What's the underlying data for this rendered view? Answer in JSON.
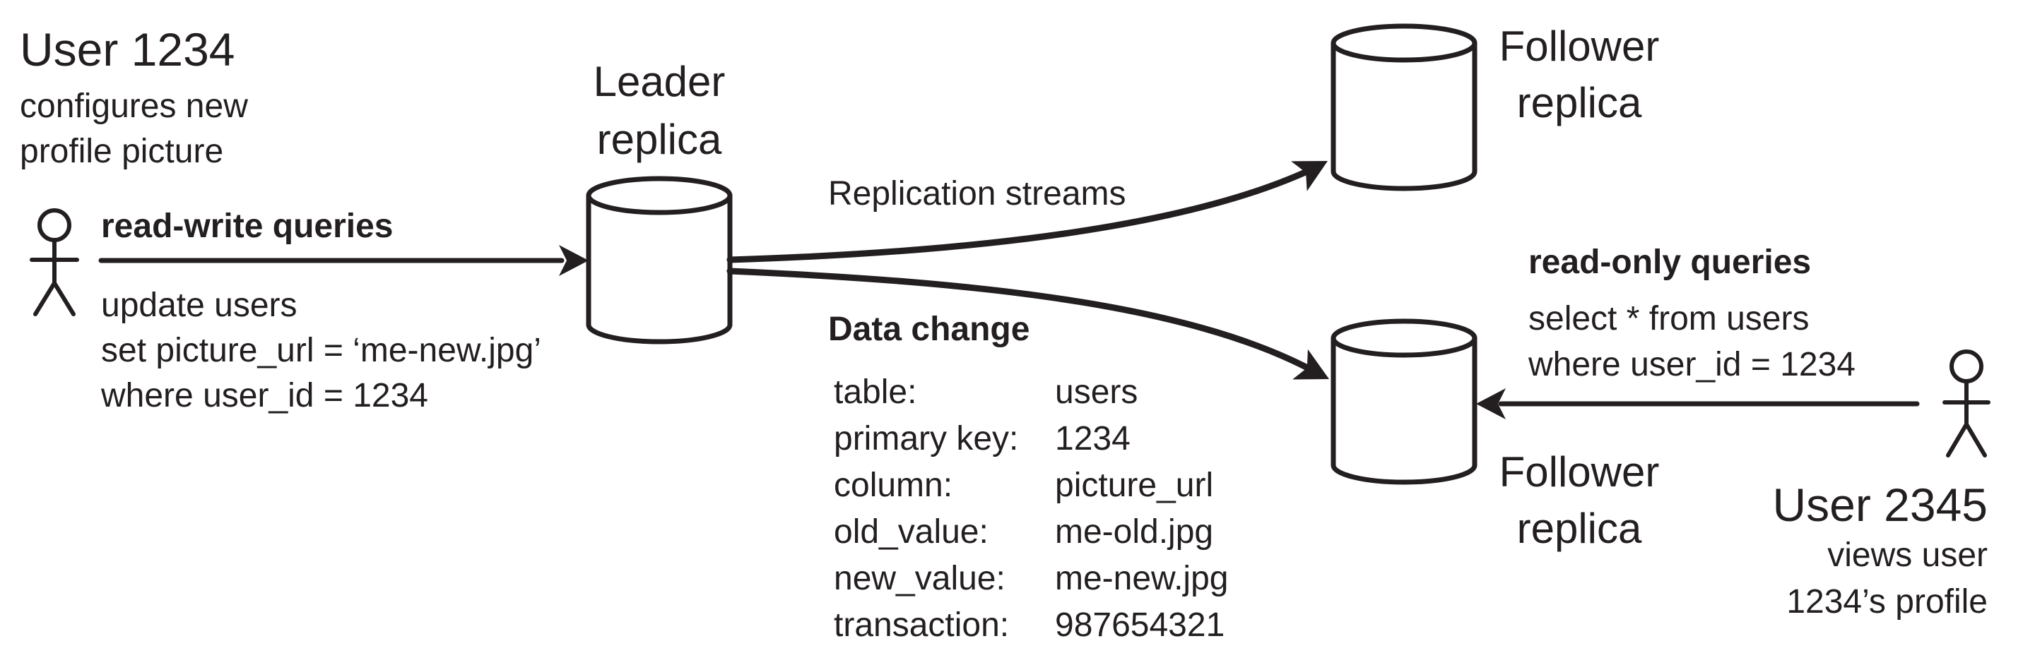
{
  "colors": {
    "ink": "#231f20",
    "background": "#ffffff"
  },
  "left_user": {
    "title": "User 1234",
    "subtitle_line1": "configures new",
    "subtitle_line2": "profile picture"
  },
  "read_write": {
    "header": "read-write queries",
    "query_line1": "update users",
    "query_line2": "set picture_url = ‘me-new.jpg’",
    "query_line3": "where user_id = 1234"
  },
  "leader": {
    "label_line1": "Leader",
    "label_line2": "replica"
  },
  "replication": {
    "label": "Replication streams"
  },
  "data_change": {
    "title": "Data change",
    "rows": [
      {
        "label": "table:",
        "value": "users"
      },
      {
        "label": "primary key:",
        "value": "1234"
      },
      {
        "label": "column:",
        "value": "picture_url"
      },
      {
        "label": "old_value:",
        "value": "me-old.jpg"
      },
      {
        "label": "new_value:",
        "value": "me-new.jpg"
      },
      {
        "label": "transaction:",
        "value": "987654321"
      }
    ]
  },
  "follower_top": {
    "label_line1": "Follower",
    "label_line2": "replica"
  },
  "follower_bottom": {
    "label_line1": "Follower",
    "label_line2": "replica"
  },
  "read_only": {
    "header": "read-only queries",
    "query_line1": "select * from users",
    "query_line2": "where user_id = 1234"
  },
  "right_user": {
    "title": "User 2345",
    "subtitle_line1": "views user",
    "subtitle_line2": "1234’s profile"
  }
}
